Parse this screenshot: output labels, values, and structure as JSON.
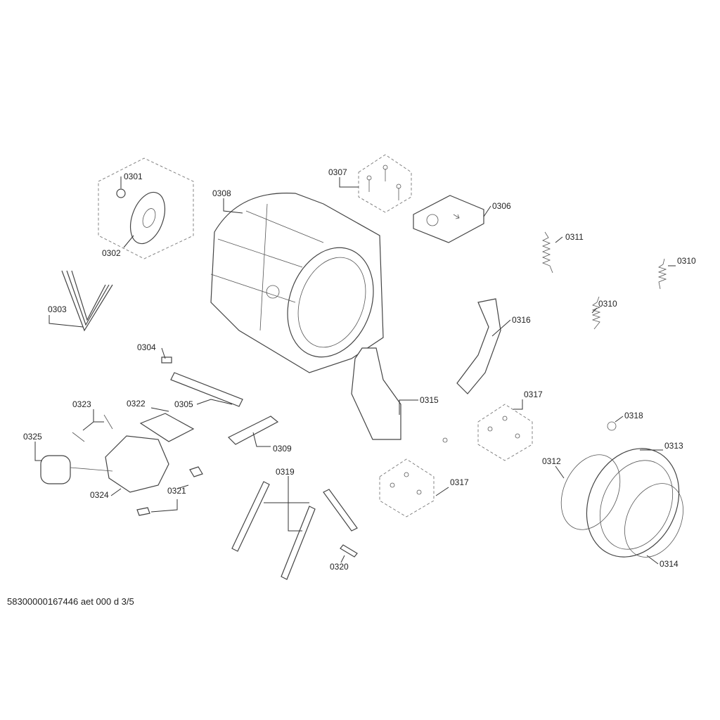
{
  "diagram": {
    "callouts": [
      "0301",
      "0302",
      "0303",
      "0304",
      "0305",
      "0306",
      "0307",
      "0308",
      "0309",
      "0310",
      "0310",
      "0311",
      "0312",
      "0313",
      "0314",
      "0315",
      "0316",
      "0317",
      "0317",
      "0318",
      "0319",
      "0320",
      "0321",
      "0322",
      "0323",
      "0324",
      "0325"
    ]
  },
  "footer": {
    "text": "58300000167446 aet 000 d 3/5"
  }
}
